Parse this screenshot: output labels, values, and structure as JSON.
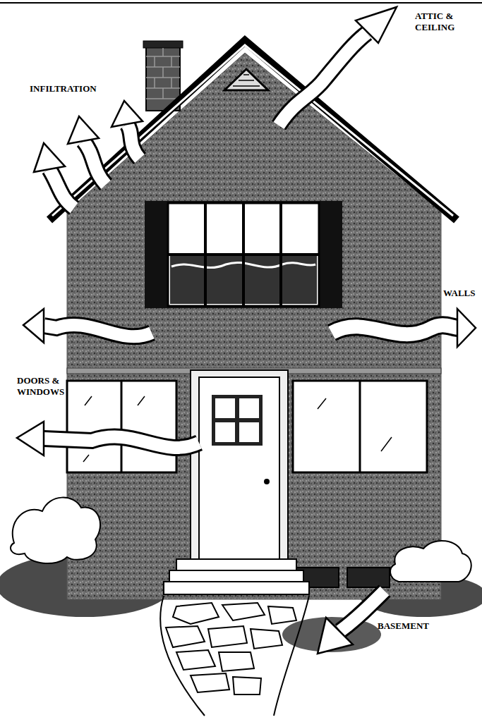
{
  "diagram": {
    "labels": [
      "ATTIC & CEILING",
      "INFILTRATION",
      "WALLS",
      "DOORS & WINDOWS",
      "BASEMENT"
    ]
  }
}
